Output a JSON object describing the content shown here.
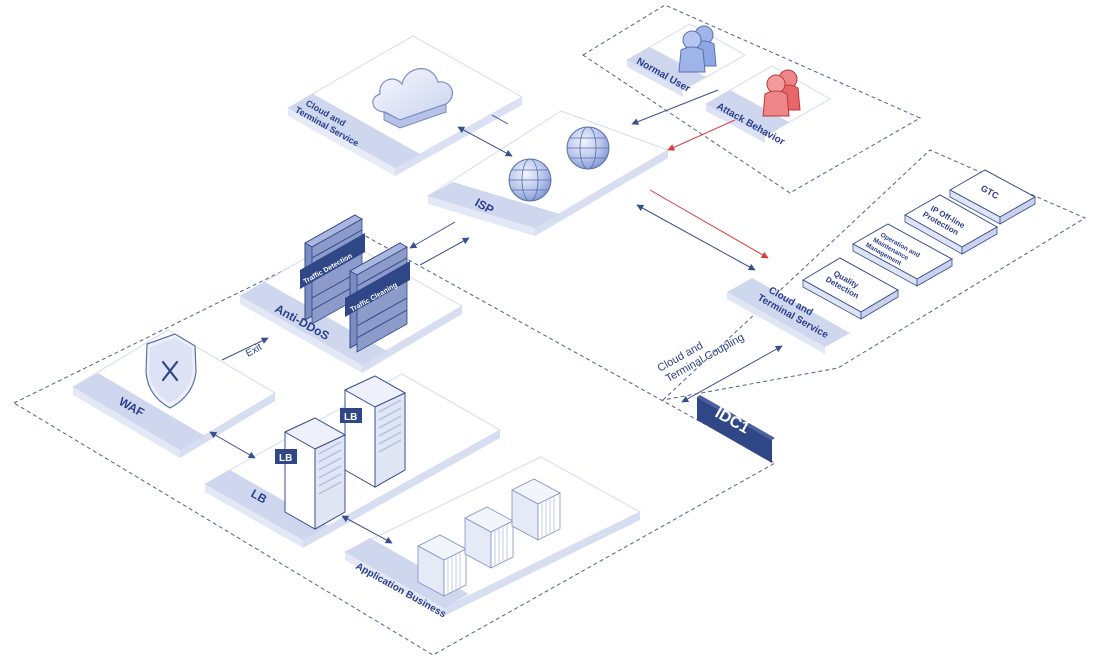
{
  "labels": {
    "cloud_service_top_1": "Cloud and",
    "cloud_service_top_2": "Terminal Service",
    "normal_user": "Normal User",
    "attack_behavior": "Attack Behavior",
    "isp": "ISP",
    "gtc": "GTC",
    "ip_offline_1": "IP Off-line",
    "ip_offline_2": "Protection",
    "op_maint_1": "Operation and",
    "op_maint_2": "Maintenance",
    "op_maint_3": "Management",
    "quality_1": "Quality",
    "quality_2": "Detection",
    "cloud_service_right_1": "Cloud and",
    "cloud_service_right_2": "Terminal Service",
    "coupling_1": "Cloud and",
    "coupling_2": "Terminal Coupling",
    "idc": "IDC1",
    "traffic_detection": "Traffic Detection",
    "traffic_cleaning": "Traffic Cleaning",
    "anti_ddos": "Anti-DDoS",
    "exit": "Exit",
    "waf": "WAF",
    "lb_badge_1": "LB",
    "lb_badge_2": "LB",
    "lb": "LB",
    "application_business": "Application Business"
  },
  "colors": {
    "line": "#3b4f8f",
    "attack": "#e03a3a",
    "platform_fill": "#ffffff",
    "platform_edge": "#c5cde6",
    "label_bar": "#cfd7ee",
    "dark_navy": "#2f4787",
    "user_blue": "#8ea8e6",
    "user_red": "#e8666a"
  }
}
